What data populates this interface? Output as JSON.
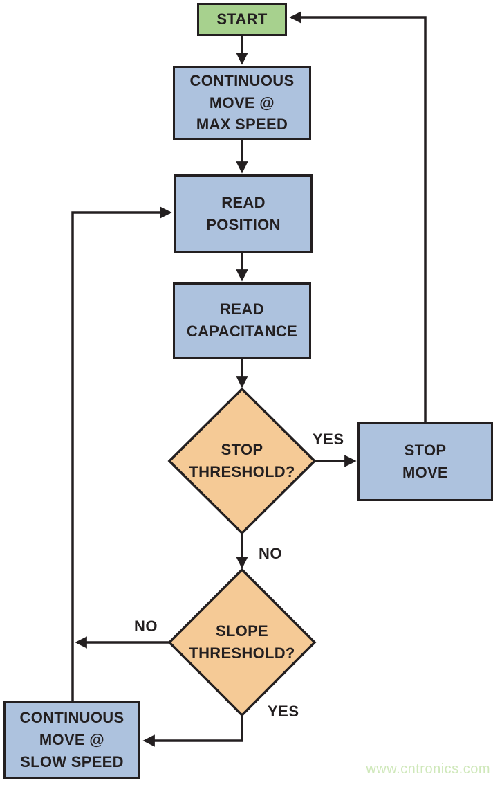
{
  "page": {
    "watermark": "www.cntronics.com"
  },
  "colors": {
    "canvas_bg": "#ffffff",
    "start_fill": "#a7d18e",
    "process_fill": "#adc2de",
    "decision_fill": "#f5ca96",
    "outline": "#231f20",
    "text": "#231f20",
    "watermark_text": "#cfe8ba"
  },
  "flowchart": {
    "nodes": {
      "start": {
        "type": "start",
        "label": "START"
      },
      "continuous_move_max": {
        "type": "process",
        "label": "CONTINUOUS\nMOVE @\nMAX SPEED"
      },
      "read_position": {
        "type": "process",
        "label": "READ\nPOSITION"
      },
      "read_capacitance": {
        "type": "process",
        "label": "READ\nCAPACITANCE"
      },
      "stop_threshold": {
        "type": "decision",
        "label": "STOP\nTHRESHOLD?"
      },
      "stop_move": {
        "type": "process",
        "label": "STOP\nMOVE"
      },
      "slope_threshold": {
        "type": "decision",
        "label": "SLOPE\nTHRESHOLD?"
      },
      "continuous_move_slow": {
        "type": "process",
        "label": "CONTINUOUS\nMOVE @\nSLOW SPEED"
      }
    },
    "edge_labels": {
      "stop_yes": "YES",
      "stop_no": "NO",
      "slope_no": "NO",
      "slope_yes": "YES"
    },
    "edges": [
      {
        "from": "start",
        "to": "continuous_move_max",
        "label": ""
      },
      {
        "from": "continuous_move_max",
        "to": "read_position",
        "label": ""
      },
      {
        "from": "read_position",
        "to": "read_capacitance",
        "label": ""
      },
      {
        "from": "read_capacitance",
        "to": "stop_threshold",
        "label": ""
      },
      {
        "from": "stop_threshold",
        "to": "stop_move",
        "label": "YES"
      },
      {
        "from": "stop_threshold",
        "to": "slope_threshold",
        "label": "NO"
      },
      {
        "from": "slope_threshold",
        "to": "read_position",
        "label": "NO"
      },
      {
        "from": "slope_threshold",
        "to": "continuous_move_slow",
        "label": "YES"
      },
      {
        "from": "continuous_move_slow",
        "to": "read_position",
        "label": ""
      },
      {
        "from": "stop_move",
        "to": "start",
        "label": ""
      }
    ]
  }
}
